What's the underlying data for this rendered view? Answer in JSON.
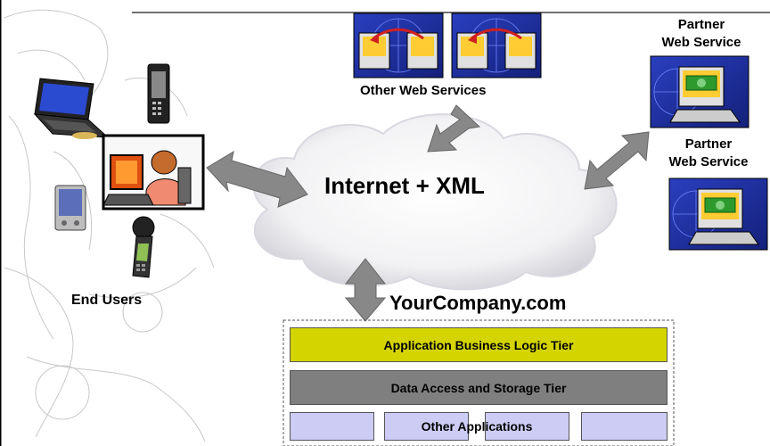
{
  "labels": {
    "other_web_services": "Other Web Services",
    "partner_top_line1": "Partner",
    "partner_top_line2": "Web Service",
    "partner_mid_line1": "Partner",
    "partner_mid_line2": "Web Service",
    "internet": "Internet + XML",
    "end_users": "End Users",
    "company": "YourCompany.com"
  },
  "tiers": {
    "business_logic": "Application Business Logic Tier",
    "data_access": "Data Access and Storage Tier",
    "other_apps": "Other Applications"
  },
  "colors": {
    "business_logic_fill": "#d4d400",
    "data_access_fill": "#7f7f7f",
    "other_apps_fill": "#ccccf5",
    "arrow": "#888888",
    "icon_bg": "#2e3aa8"
  },
  "icons": [
    "laptop-icon",
    "cell-phone-icon",
    "pda-icon",
    "flip-phone-icon",
    "user-at-computer-icon",
    "web-service-icon",
    "partner-service-icon",
    "cloud-icon"
  ]
}
